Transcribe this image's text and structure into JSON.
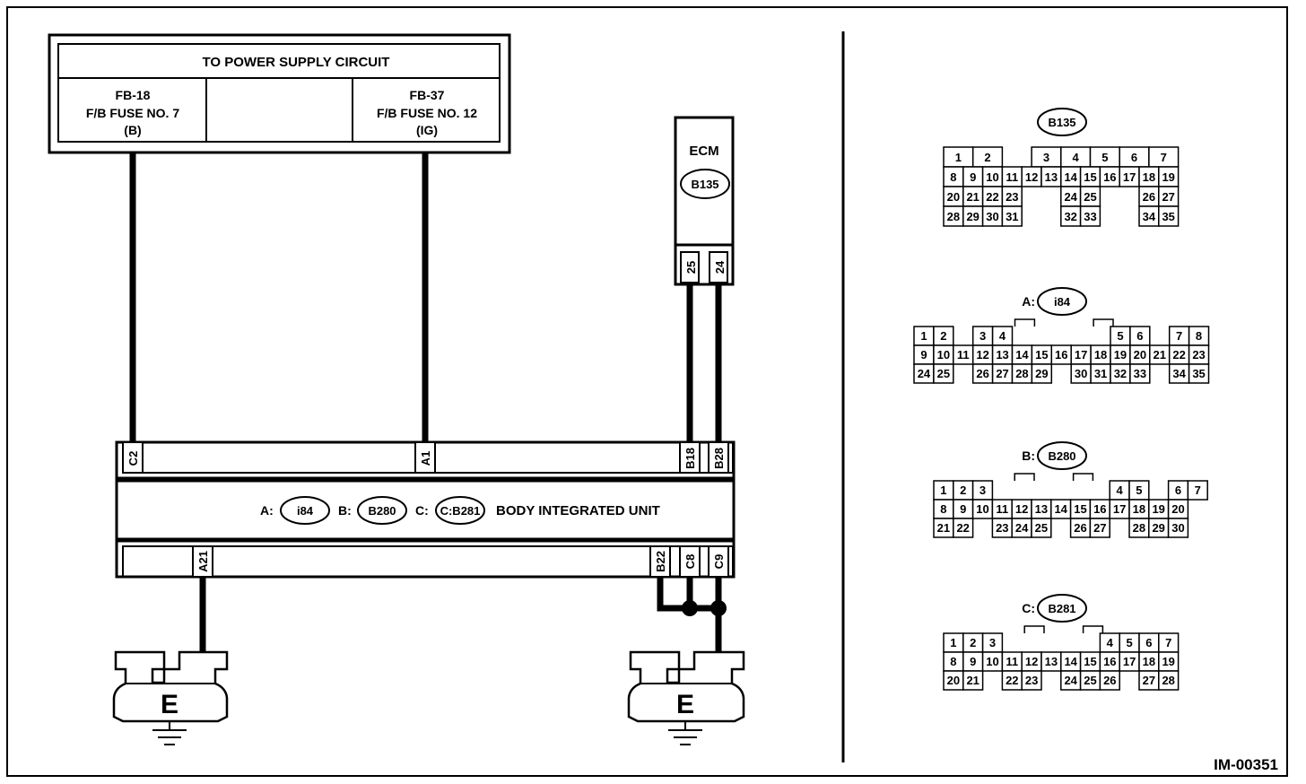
{
  "power_supply": {
    "title": "TO POWER SUPPLY CIRCUIT",
    "left_fuse": [
      "FB-18",
      "F/B FUSE NO. 7",
      "(B)"
    ],
    "right_fuse": [
      "FB-37",
      "F/B FUSE NO. 12",
      "(IG)"
    ]
  },
  "ecm": {
    "label": "ECM",
    "connector": "B135",
    "pins": [
      "25",
      "24"
    ]
  },
  "body_unit": {
    "label": "BODY INTEGRATED UNIT",
    "connectors": [
      {
        "prefix": "A:",
        "id": "i84"
      },
      {
        "prefix": "B:",
        "id": "B280"
      },
      {
        "prefix": "C:",
        "id": "C:B281"
      }
    ],
    "top_pins": [
      "C2",
      "A1",
      "B18",
      "B28"
    ],
    "bottom_pins": [
      "A21",
      "B22",
      "C8",
      "C9"
    ]
  },
  "ground_label": "E",
  "connector_views": [
    {
      "prefix": "",
      "id": "B135",
      "rows": [
        [
          "1",
          "2",
          "",
          "3",
          "4",
          "5",
          "6",
          "7"
        ],
        [
          "8",
          "9",
          "10",
          "11",
          "12",
          "13",
          "14",
          "15",
          "16",
          "17",
          "18",
          "19"
        ],
        [
          "20",
          "21",
          "22",
          "23",
          "",
          "",
          "24",
          "25",
          "",
          "",
          "26",
          "27"
        ],
        [
          "28",
          "29",
          "30",
          "31",
          "",
          "",
          "32",
          "33",
          "",
          "",
          "34",
          "35"
        ]
      ]
    },
    {
      "prefix": "A:",
      "id": "i84",
      "rows": [
        [
          "1",
          "2",
          "",
          "3",
          "4",
          "",
          "",
          "",
          "",
          "",
          "5",
          "6",
          "",
          "7",
          "8"
        ],
        [
          "9",
          "10",
          "11",
          "12",
          "13",
          "14",
          "15",
          "16",
          "17",
          "18",
          "19",
          "20",
          "21",
          "22",
          "23"
        ],
        [
          "24",
          "25",
          "",
          "26",
          "27",
          "28",
          "29",
          "",
          "30",
          "31",
          "32",
          "33",
          "",
          "34",
          "35"
        ]
      ]
    },
    {
      "prefix": "B:",
      "id": "B280",
      "rows": [
        [
          "1",
          "2",
          "3",
          "",
          "",
          "",
          "",
          "",
          "",
          "4",
          "5",
          "",
          "6",
          "7"
        ],
        [
          "8",
          "9",
          "10",
          "11",
          "12",
          "13",
          "14",
          "15",
          "16",
          "17",
          "18",
          "19",
          "20"
        ],
        [
          "21",
          "22",
          "",
          "23",
          "24",
          "25",
          "",
          "26",
          "27",
          "",
          "28",
          "29",
          "30"
        ]
      ]
    },
    {
      "prefix": "C:",
      "id": "B281",
      "rows": [
        [
          "1",
          "2",
          "3",
          "",
          "",
          "",
          "",
          "",
          "4",
          "5",
          "6",
          "7"
        ],
        [
          "8",
          "9",
          "10",
          "11",
          "12",
          "13",
          "14",
          "15",
          "16",
          "17",
          "18",
          "19"
        ],
        [
          "20",
          "21",
          "",
          "22",
          "23",
          "",
          "24",
          "25",
          "26",
          "",
          "27",
          "28"
        ]
      ]
    }
  ],
  "figure_id": "IM-00351"
}
